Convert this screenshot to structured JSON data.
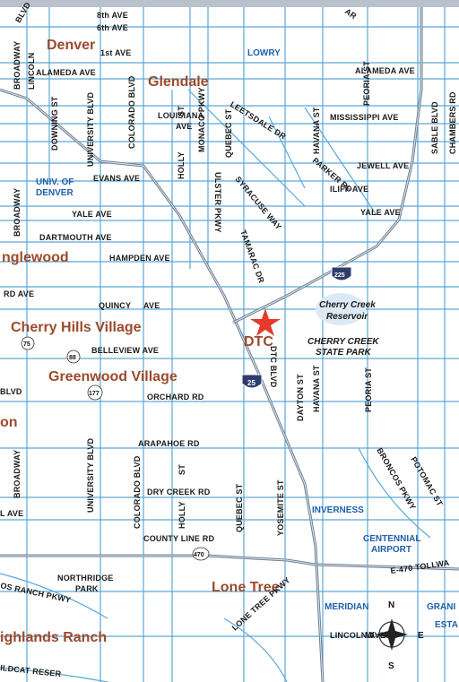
{
  "map": {
    "cities": {
      "denver": "Denver",
      "glendale": "Glendale",
      "englewood": "nglewood",
      "cherry_hills": "Cherry Hills Village",
      "greenwood": "Greenwood Village",
      "dtc": "DTC",
      "lone_tree": "Lone Tree",
      "highlands": "ighlands Ranch",
      "on": "on"
    },
    "areas": {
      "lowry": "LOWRY",
      "univ1": "UNIV. OF",
      "univ2": "DENVER",
      "ccr1": "Cherry Creek",
      "ccr2": "Reservoir",
      "ccsp1": "CHERRY CREEK",
      "ccsp2": "STATE PARK",
      "inverness": "INVERNESS",
      "cent1": "CENTENNIAL",
      "cent2": "AIRPORT",
      "meridian": "MERIDIAN",
      "grand1": "GRANI",
      "grand2": "ESTA"
    },
    "streets": {
      "ave8": "8th AVE",
      "ave6": "6th AVE",
      "ave1": "1st AVE",
      "alameda_w": "ALAMEDA AVE",
      "alameda_e": "ALAMEDA AVE",
      "mississippi": "MISSISSIPPI AVE",
      "jewell": "JEWELL AVE",
      "iliff": "ILIFF AVE",
      "yale_e": "YALE AVE",
      "yale_w": "YALE AVE",
      "evans": "EVANS AVE",
      "dartmouth": "DARTMOUTH AVE",
      "hampden": "HAMPDEN AVE",
      "rd_ave": "RD AVE",
      "quincy": "QUINCY",
      "quincy2": "AVE",
      "belleview": "BELLEVIEW AVE",
      "orchard": "ORCHARD RD",
      "arapahoe": "ARAPAHOE RD",
      "dry_creek": "DRY CREEK RD",
      "county_line": "COUNTY LINE RD",
      "l_ave": "L AVE",
      "blvd_w": "BLVD",
      "e470": "E-470 TOLLWA",
      "lincoln_ave": "LINCOLN AVE",
      "northridge1": "NORTHRIDGE",
      "northridge2": "PARK",
      "ranch": "OS RANCH PKWY",
      "wildcat": "ILDCAT RESER",
      "broadway_top": "BROADWAY",
      "lincoln_st": "LINCOLN",
      "downing": "DOWNING ST",
      "university": "UNIVERSITY BLVD",
      "colorado": "COLORADO BLVD",
      "colorado2": "COLORADO BLVD",
      "louisiana1": "LOUISIANA",
      "louisiana2": "AVE",
      "holly": "HOLLY",
      "holly2": "HOLLY",
      "st1": "ST",
      "st2": "ST",
      "monaco": "MONACO PKWY",
      "quebec": "QUEBEC ST",
      "quebec2": "QUEBEC ST",
      "ulster": "ULSTER PKWY",
      "syracuse": "SYRACUSE WAY",
      "tamarac": "TAMARAC DR",
      "leetsdale": "LEETSDALE DR",
      "parker": "PARKER RD",
      "havana": "HAVANA ST",
      "havana2": "HAVANA ST",
      "peoria": "PEORIA ST",
      "peoria2": "PEORIA ST",
      "sable": "SABLE BLVD",
      "chambers": "CHAMBERS RD",
      "broadway_mid": "BROADWAY",
      "broadway_low": "BROADWAY",
      "univ_blvd2": "UNIVERSITY BLVD",
      "dtc_blvd": "DTC BLVD",
      "dayton": "DAYTON ST",
      "yosemite": "YOSEMITE ST",
      "broncos": "BRONCOS PKWY",
      "potomac": "POTOMAC ST",
      "lone_tree_pkwy": "LONE TREE PKWY",
      "blvd_top": "BLVD",
      "ar": "AR"
    },
    "shields": {
      "i225": "225",
      "i25": "25",
      "s75": "75",
      "s88": "88",
      "s177": "177",
      "s470": "470"
    },
    "compass": {
      "n": "N",
      "s": "S",
      "e": "E",
      "w": "W"
    },
    "colors": {
      "background": "#b9c2cc",
      "street": "#5aa8d8",
      "highway": "#6c7f93",
      "city": "#9c4a2c",
      "area": "#1f5fa8",
      "star": "#e53b2c"
    }
  }
}
